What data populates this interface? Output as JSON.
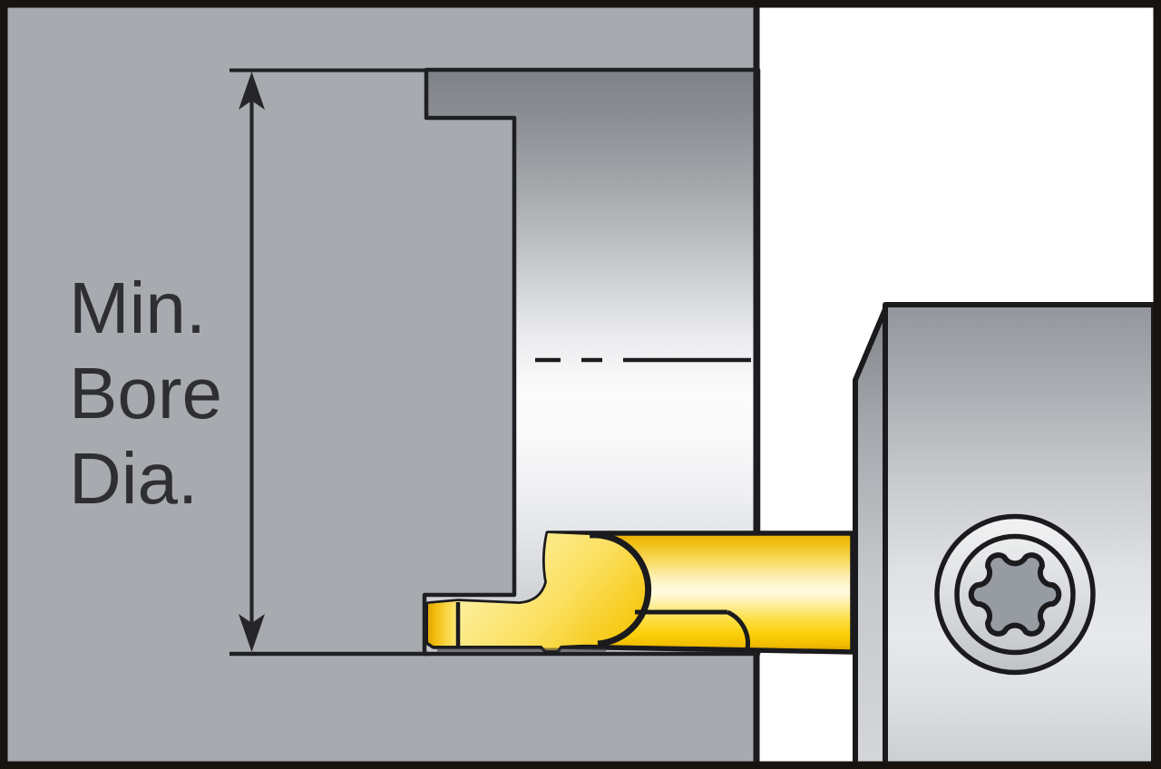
{
  "diagram": {
    "type": "technical-illustration",
    "dimension_label": {
      "line1": "Min.",
      "line2": "Bore",
      "line3": "Dia.",
      "full_text": "Min. Bore Dia."
    },
    "components": {
      "workpiece": "workpiece-cross-section",
      "bore": "bore-cavity",
      "centerline": "bore-centerline",
      "dimension": "min-bore-diameter-dimension-arrow",
      "tool": "boring-bar-with-grooving-insert",
      "holder": "tool-holder-block",
      "screw": "torx-clamp-screw"
    },
    "colors": {
      "frame_border": "#18130f",
      "workpiece_gray": "#a7aaaf",
      "outline_black": "#1d1d20",
      "label_text": "#2e2e33",
      "insert_yellow": "#fcd200",
      "insert_highlight": "#fffbe2",
      "insert_gold_dark": "#d89c00",
      "holder_light": "#e7e9eb",
      "holder_dark": "#7f8287",
      "screw_star_gray": "#979ba2",
      "background_white": "#ffffff"
    }
  }
}
